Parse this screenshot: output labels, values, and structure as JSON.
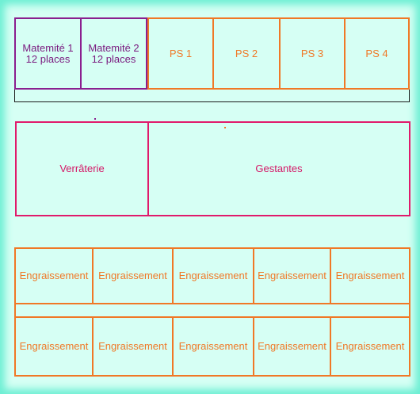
{
  "colors": {
    "background": "#d6fff4",
    "glow": "#6cefd3",
    "maternite": "#8a1f8f",
    "ps": "#f07826",
    "gestation": "#e01a6b"
  },
  "top_row": {
    "maternite_1": {
      "name": "Matemité 1",
      "capacity": "12 places"
    },
    "maternite_2": {
      "name": "Matemité 2",
      "capacity": "12 places"
    },
    "ps": [
      "PS 1",
      "PS 2",
      "PS 3",
      "PS 4"
    ]
  },
  "middle_row": {
    "verraterie": "Verrâterie",
    "gestantes": "Gestantes"
  },
  "engraissement_row_1": [
    "Engraissement",
    "Engraissement",
    "Engraissement",
    "Engraissement",
    "Engraissement"
  ],
  "engraissement_row_2": [
    "Engraissement",
    "Engraissement",
    "Engraissement",
    "Engraissement",
    "Engraissement"
  ]
}
